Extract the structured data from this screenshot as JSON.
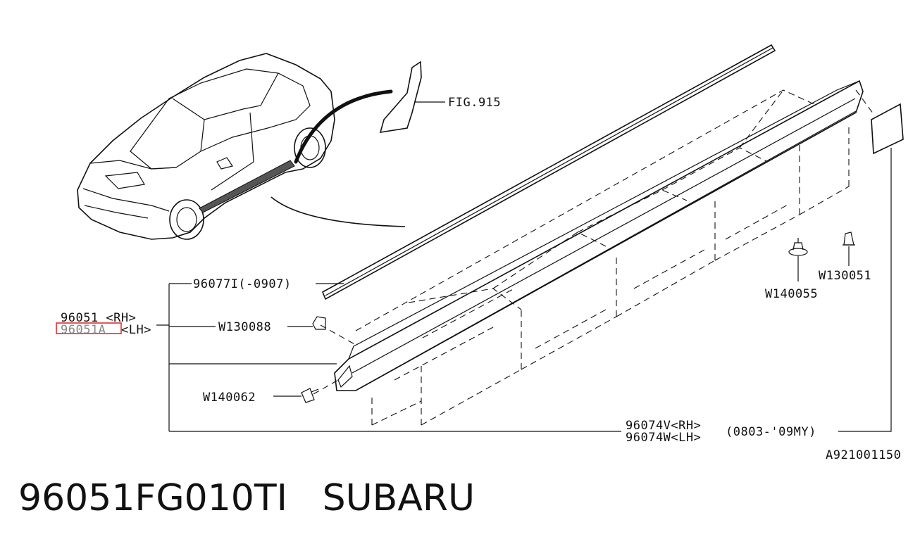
{
  "diagram": {
    "callouts": {
      "fig_ref": "FIG.915",
      "molding": "96077I(-0907)",
      "part_rh": "96051 <RH>",
      "part_lh_code": "96051A",
      "part_lh_side": "<LH>",
      "clip_a": "W130088",
      "clip_b": "W140062",
      "clip_c": "W140055",
      "clip_d": "W130051",
      "cover_rh": "96074V<RH>",
      "cover_lh": "96074W<LH>",
      "cover_years": "(0803-'09MY)",
      "illustration_id": "A921001150"
    },
    "highlight_color": "#e03030"
  },
  "footer": {
    "part_number": "96051FG010TI",
    "brand": "SUBARU"
  }
}
